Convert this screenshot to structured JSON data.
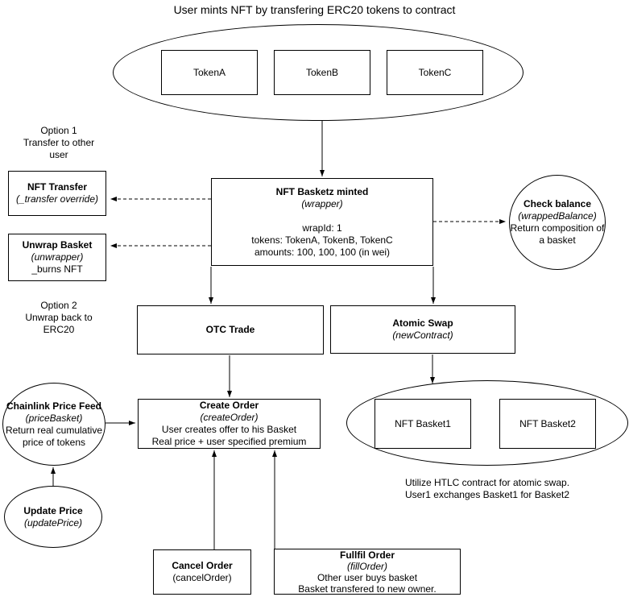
{
  "title": "User mints NFT by transfering ERC20 tokens to contract",
  "colors": {
    "stroke": "#000000",
    "background": "#ffffff",
    "text": "#000000"
  },
  "nodes": {
    "token_a": {
      "label": "TokenA"
    },
    "token_b": {
      "label": "TokenB"
    },
    "token_c": {
      "label": "TokenC"
    },
    "option1": {
      "line1": "Option 1",
      "line2": "Transfer to other",
      "line3": "user"
    },
    "option2": {
      "line1": "Option 2",
      "line2": "Unwrap back to",
      "line3": "ERC20"
    },
    "nft_transfer": {
      "title": "NFT Transfer",
      "subtitle": "(_transfer override)"
    },
    "unwrap_basket": {
      "title": "Unwrap Basket",
      "subtitle": "(unwrapper)",
      "note": "_burns NFT"
    },
    "nft_basketz": {
      "title": "NFT Basketz minted",
      "subtitle": "(wrapper)",
      "wrap_id": "wrapId: 1",
      "tokens": "tokens: TokenA, TokenB, TokenC",
      "amounts": "amounts: 100, 100, 100 (in wei)"
    },
    "check_balance": {
      "title": "Check balance",
      "subtitle": "(wrappedBalance)",
      "line3": "Return composition of",
      "line4": "a basket"
    },
    "otc_trade": {
      "title": "OTC Trade"
    },
    "atomic_swap": {
      "title": "Atomic Swap",
      "subtitle": "(newContract)"
    },
    "chainlink": {
      "title": "Chainlink Price Feed",
      "subtitle": "(priceBasket)",
      "line3": "Return real cumulative",
      "line4": "price of tokens"
    },
    "create_order": {
      "title": "Create Order",
      "subtitle": "(createOrder)",
      "line3": "User creates offer to his Basket",
      "line4": "Real price + user specified premium"
    },
    "update_price": {
      "title": "Update Price",
      "subtitle": "(updatePrice)"
    },
    "cancel_order": {
      "title": "Cancel Order",
      "subtitle": "(cancelOrder)"
    },
    "fullfil_order": {
      "title": "Fullfil Order",
      "subtitle": "(fillOrder)",
      "line3": "Other user buys basket",
      "line4": "Basket transfered to new owner."
    },
    "nft_basket1": {
      "label": "NFT Basket1"
    },
    "nft_basket2": {
      "label": "NFT Basket2"
    },
    "htlc_note": {
      "line1": "Utilize HTLC contract for atomic swap.",
      "line2": "User1 exchanges Basket1 for Basket2"
    }
  }
}
